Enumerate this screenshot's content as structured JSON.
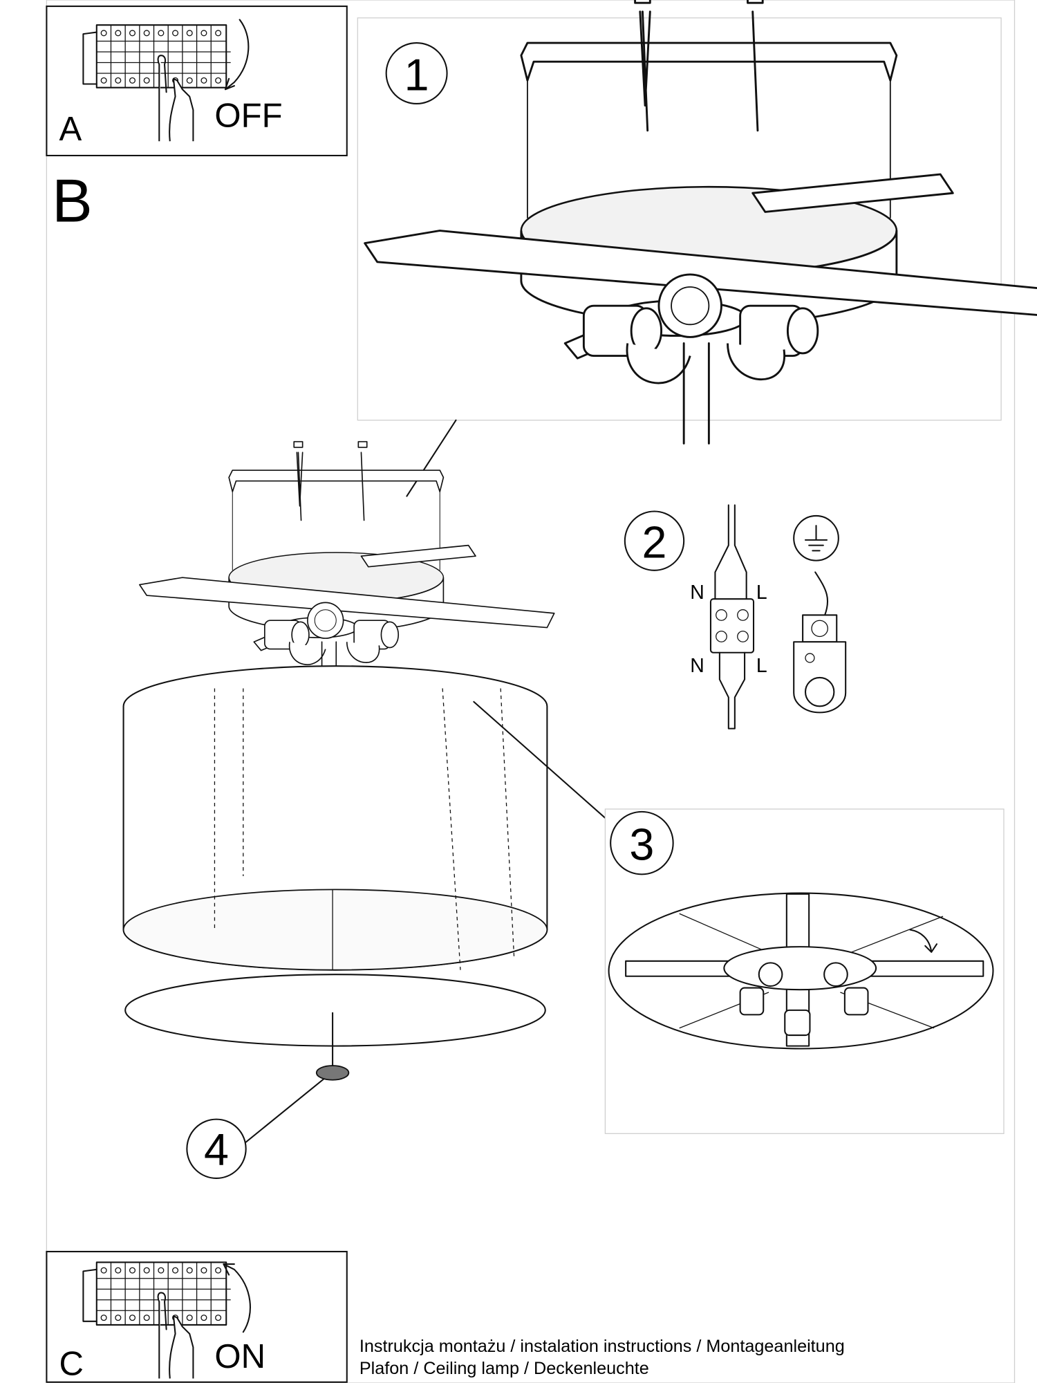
{
  "step_a": {
    "label": "A",
    "action": "OFF"
  },
  "step_b": {
    "label": "B"
  },
  "step_c": {
    "label": "C",
    "action": "ON"
  },
  "steps": {
    "one": "1",
    "two": "2",
    "three": "3",
    "four": "4"
  },
  "wiring": {
    "n_top": "N",
    "l_top": "L",
    "n_bottom": "N",
    "l_bottom": "L"
  },
  "footer": {
    "line1": "Instrukcja montażu / instalation instructions / Montageanleitung",
    "line2": "Plafon / Ceiling lamp / Deckenleuchte"
  }
}
